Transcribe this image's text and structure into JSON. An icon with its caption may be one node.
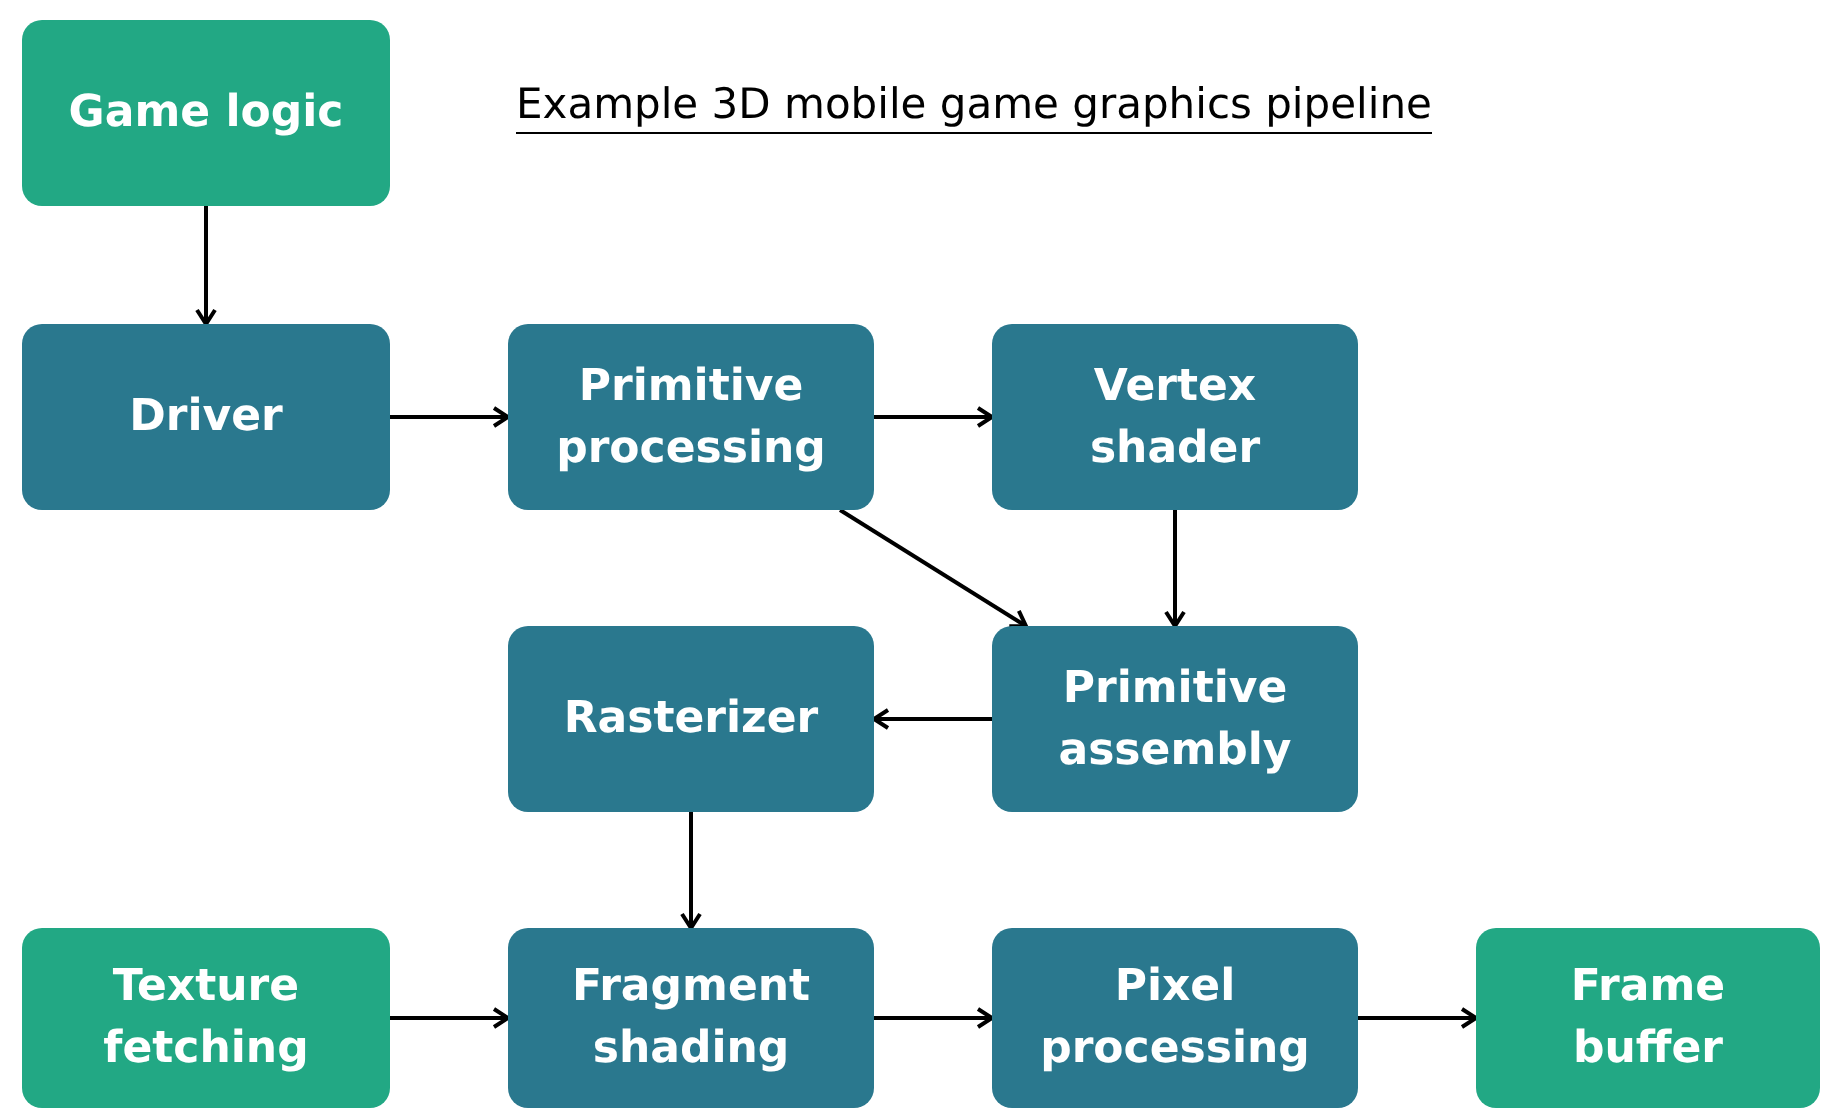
{
  "diagram": {
    "title": "Example 3D mobile game graphics pipeline",
    "nodes": [
      {
        "text": [
          "Game logic"
        ]
      },
      {
        "text": [
          "Driver"
        ]
      },
      {
        "text": [
          "Primitive processing"
        ]
      },
      {
        "text": [
          "Vertex shader"
        ]
      },
      {
        "text": [
          "Rasterizer"
        ]
      },
      {
        "text": [
          "Primitive assembly"
        ]
      },
      {
        "text": [
          "Texture fetching"
        ]
      },
      {
        "text": [
          "Fragment shading"
        ]
      },
      {
        "text": [
          "Pixel processing"
        ]
      },
      {
        "text": [
          "Frame buffer"
        ]
      }
    ],
    "edges": [
      {
        "from": 0,
        "to": 1,
        "arrow": "to"
      },
      {
        "from": 1,
        "to": 2,
        "arrow": "to"
      },
      {
        "from": 2,
        "to": 3,
        "arrow": "to"
      },
      {
        "from": 2,
        "to": 5,
        "arrow": "to"
      },
      {
        "from": 3,
        "to": 5,
        "arrow": "to"
      },
      {
        "from": 5,
        "to": 4,
        "arrow": "to"
      },
      {
        "from": 4,
        "to": 7,
        "arrow": "to"
      },
      {
        "from": 6,
        "to": 7,
        "arrow": "to"
      },
      {
        "from": 7,
        "to": 8,
        "arrow": "to"
      },
      {
        "from": 8,
        "to": 9,
        "arrow": "to"
      }
    ]
  }
}
